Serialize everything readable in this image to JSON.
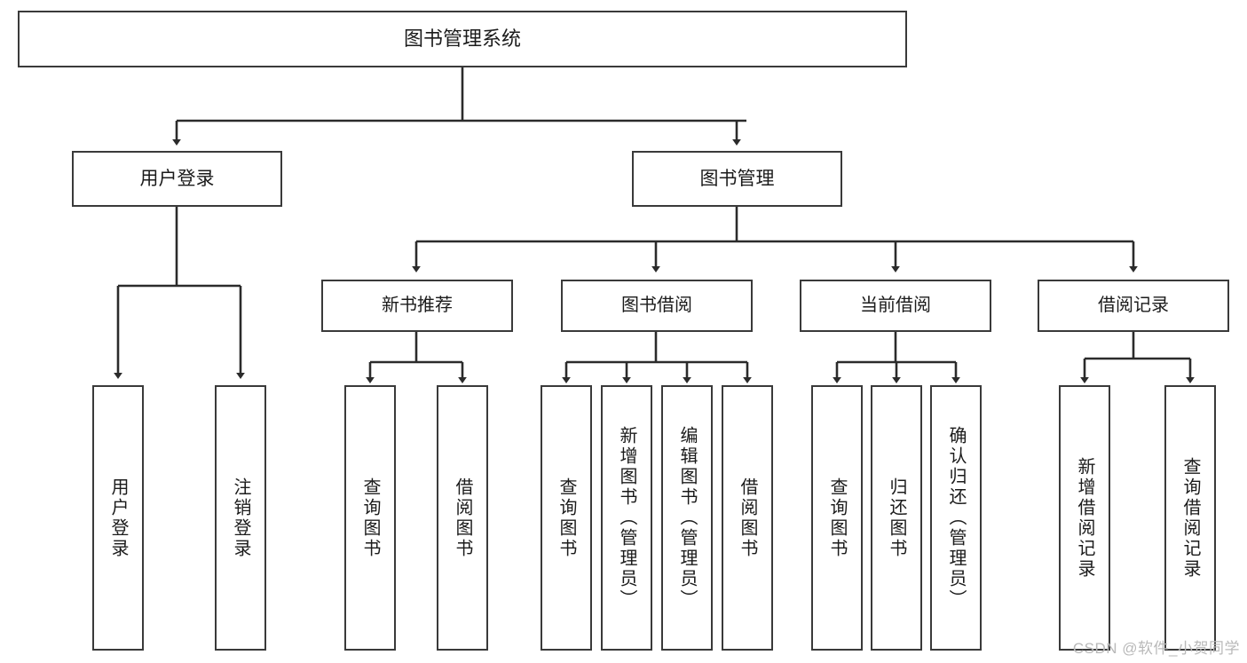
{
  "diagram": {
    "type": "tree-hierarchy",
    "title": "图书管理系统",
    "watermark": "CSDN @软件_小贺同学",
    "colors": {
      "box_border": "#3a3a3a",
      "box_fill": "#ffffff",
      "edge": "#2b2b2b",
      "text": "#1b1b1b",
      "watermark": "#b9b9b9",
      "background": "#ffffff"
    },
    "nodes": {
      "root": {
        "label": "图书管理系统"
      },
      "level1": [
        {
          "id": "user-login",
          "label": "用户登录"
        },
        {
          "id": "book-manage",
          "label": "图书管理"
        }
      ],
      "level2": [
        {
          "id": "new-book-recommend",
          "label": "新书推荐"
        },
        {
          "id": "book-borrow",
          "label": "图书借阅"
        },
        {
          "id": "current-borrow",
          "label": "当前借阅"
        },
        {
          "id": "borrow-record",
          "label": "借阅记录"
        }
      ],
      "leaves": {
        "user_login": [
          {
            "id": "leaf-user-login",
            "label": "用户登录"
          },
          {
            "id": "leaf-logout-login",
            "label": "注销登录"
          }
        ],
        "new_book_recommend": [
          {
            "id": "leaf-query-book-1",
            "label": "查询图书"
          },
          {
            "id": "leaf-borrow-book-1",
            "label": "借阅图书"
          }
        ],
        "book_borrow": [
          {
            "id": "leaf-query-book-2",
            "label": "查询图书"
          },
          {
            "id": "leaf-add-book-admin",
            "label": "新增图书（管理员）"
          },
          {
            "id": "leaf-edit-book-admin",
            "label": "编辑图书（管理员）"
          },
          {
            "id": "leaf-borrow-book-2",
            "label": "借阅图书"
          }
        ],
        "current_borrow": [
          {
            "id": "leaf-query-book-3",
            "label": "查询图书"
          },
          {
            "id": "leaf-return-book",
            "label": "归还图书"
          },
          {
            "id": "leaf-confirm-return-admin",
            "label": "确认归还（管理员）"
          }
        ],
        "borrow_record": [
          {
            "id": "leaf-add-borrow-record",
            "label": "新增借阅记录"
          },
          {
            "id": "leaf-query-borrow-record",
            "label": "查询借阅记录"
          }
        ]
      }
    }
  }
}
